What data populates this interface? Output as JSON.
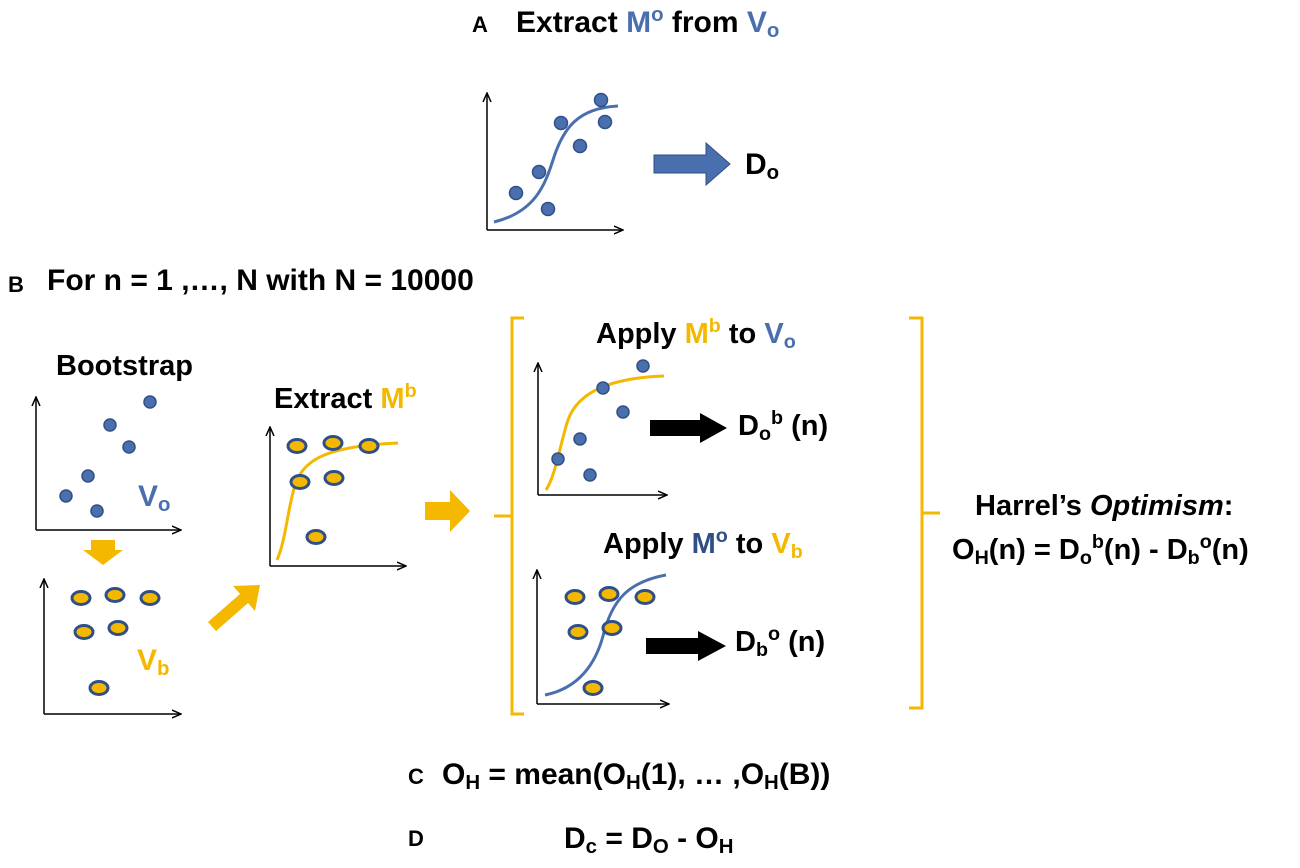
{
  "colors": {
    "blue": "#4a6fae",
    "dark_blue": "#2f4f86",
    "gold": "#f5b800",
    "black": "#000000",
    "point_outline": "#2f4f86"
  },
  "panel_a": {
    "letter": "A",
    "title_1": "Extract ",
    "title_M": "M",
    "title_M_sup": "o",
    "title_2": " from ",
    "title_V": "V",
    "title_V_sub": "o",
    "result_D": "D",
    "result_D_sub": "o"
  },
  "panel_b": {
    "letter": "B",
    "title": "For n = 1 ,…, N with N = 10000",
    "bootstrap_label": "Bootstrap",
    "vo_label": "V",
    "vo_sub": "o",
    "vb_label": "V",
    "vb_sub": "b",
    "extract_1": "Extract ",
    "extract_M": "M",
    "extract_M_sup": "b",
    "apply1_1": "Apply ",
    "apply1_M": "M",
    "apply1_M_sup": "b",
    "apply1_2": " to ",
    "apply1_V": "V",
    "apply1_V_sub": "o",
    "result1_D": "D",
    "result1_sub": "o",
    "result1_sup": "b",
    "result1_tail": " (n)",
    "apply2_1": "Apply ",
    "apply2_M": "M",
    "apply2_M_sup": "o",
    "apply2_2": " to ",
    "apply2_V": "V",
    "apply2_V_sub": "b",
    "result2_D": "D",
    "result2_sub": "b",
    "result2_sup": "o",
    "result2_tail": " (n)",
    "harrel_1": "Harrel’s ",
    "harrel_2": "Optimism",
    "harrel_3": ":",
    "formula_O": "O",
    "formula_O_sub": "H",
    "formula_mid": "(n) = D",
    "formula_d1_sub": "o",
    "formula_d1_sup": "b",
    "formula_minus": "(n) - D",
    "formula_d2_sub": "b",
    "formula_d2_sup": "o",
    "formula_end": "(n)"
  },
  "panel_c": {
    "letter": "C",
    "O": "O",
    "O_sub": "H",
    "eq": " = mean(O",
    "sub1": "H",
    "mid": "(1), … ,O",
    "sub2": "H",
    "end": "(B))"
  },
  "panel_d": {
    "letter": "D",
    "D": "D",
    "D_sub": "c",
    "eq": " = D",
    "D2_sub": "O",
    "minus": " - O",
    "O_sub": "H"
  }
}
